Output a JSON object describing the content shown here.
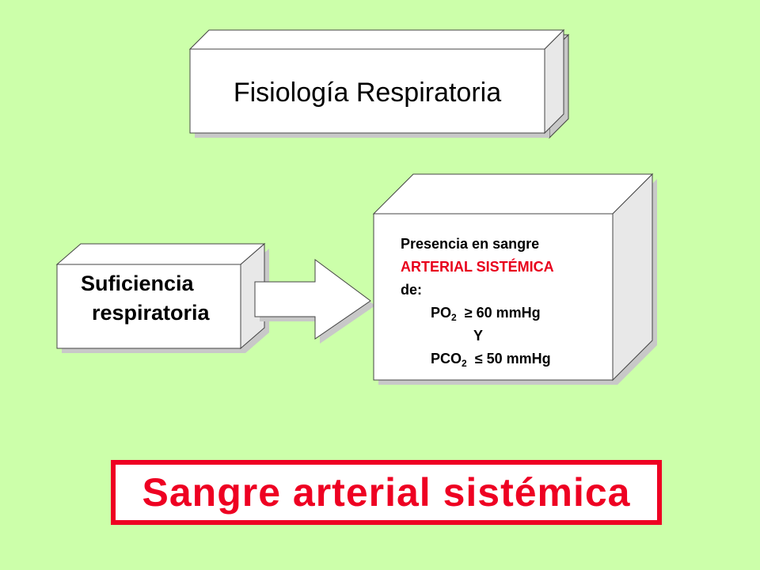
{
  "title": "Fisiología Respiratoria",
  "left_box": {
    "line1": "Suficiencia",
    "line2": "respiratoria"
  },
  "right_box": {
    "line1": "Presencia en sangre",
    "line2": "ARTERIAL SISTÉMICA",
    "line3": "de:",
    "po2_label": "PO",
    "po2_sub": "2",
    "po2_rel": "≥ 60 mmHg",
    "and": "Y",
    "pco2_label": "PCO",
    "pco2_sub": "2",
    "pco2_rel": "≤ 50 mmHg"
  },
  "bottom_label": "Sangre arterial sistémica",
  "colors": {
    "background": "#ccffaa",
    "accent_red": "#ee0022",
    "box_side": "#cccccc"
  }
}
